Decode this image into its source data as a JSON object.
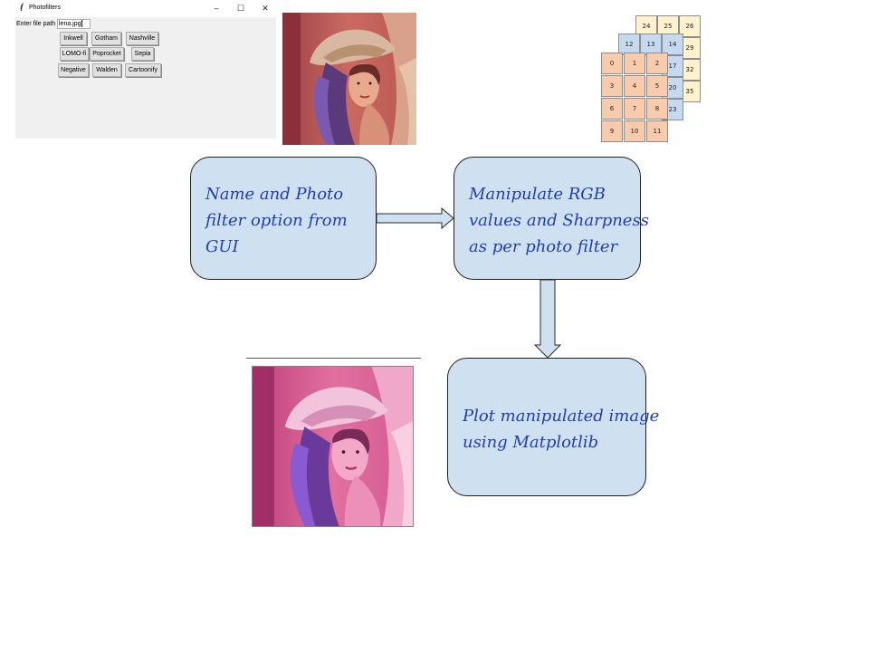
{
  "window": {
    "title": "Photofilters",
    "controls": {
      "minimize": "–",
      "maximize": "☐",
      "close": "✕"
    },
    "path_label": "Enter file path",
    "path_value": "lena.jpg",
    "buttons": [
      "Inkwell",
      "Gotham",
      "Nashville",
      "LOMO-fi",
      "Poprocket",
      "Sepia",
      "Negative",
      "Walden",
      "Cartoonify"
    ]
  },
  "matrices": {
    "yellow": [
      "24",
      "25",
      "26",
      "29",
      "32",
      "35"
    ],
    "blue": [
      "12",
      "13",
      "14",
      "17",
      "20",
      "23"
    ],
    "orange": [
      "0",
      "1",
      "2",
      "3",
      "4",
      "5",
      "6",
      "7",
      "8",
      "9",
      "10",
      "11"
    ]
  },
  "flow": {
    "step1": [
      "Name and Photo",
      "filter option from",
      "GUI"
    ],
    "step2": [
      "Manipulate RGB",
      "values and Sharpness",
      "as per photo filter"
    ],
    "step3": [
      "Plot manipulated image",
      "using Matplotlib"
    ]
  },
  "colors": {
    "box_fill": "#cfe0f1",
    "box_text": "#1f3fb3",
    "matrix_yellow": "#fff2cc",
    "matrix_blue": "#c5d9f0",
    "matrix_orange": "#f8cbad"
  }
}
